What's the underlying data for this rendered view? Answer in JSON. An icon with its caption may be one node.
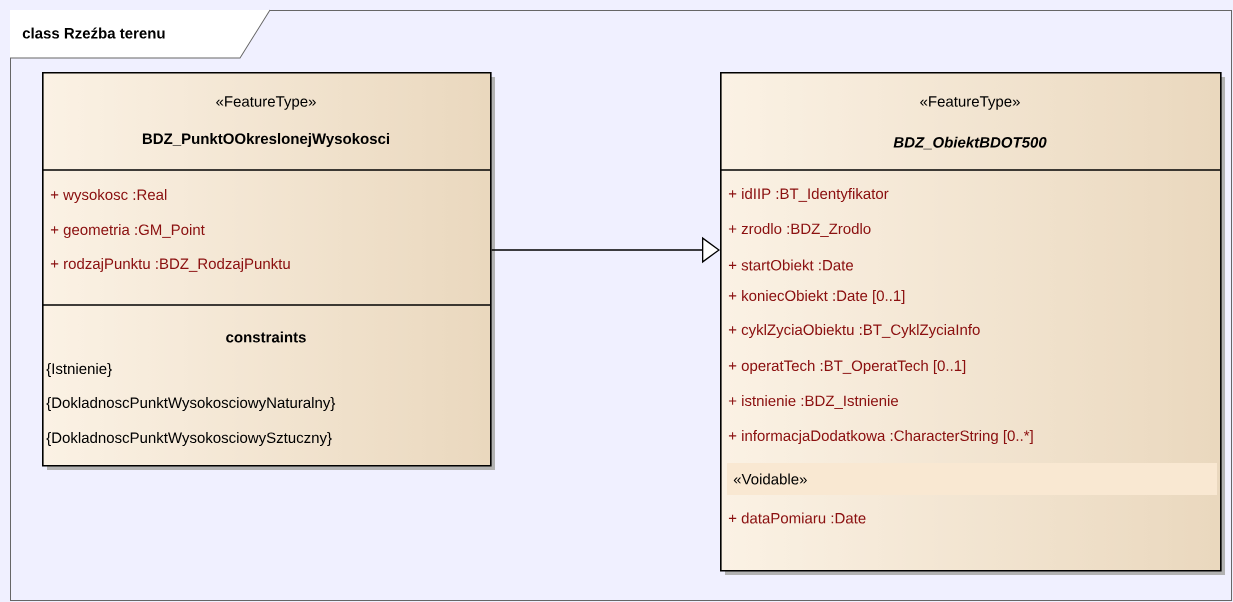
{
  "diagram": {
    "nodes": [
      {
        "text": [
          "class Rzeźba terenu"
        ]
      },
      {
        "text": [
          "«FeatureType»",
          "BDZ_PunktOOkreslonejWysokosci",
          "+ wysokosc :Real",
          "+ geometria :GM_Point",
          "+ rodzajPunktu :BDZ_RodzajPunktu",
          "constraints",
          "{Istnienie}",
          "{DokladnoscPunktWysokosciowyNaturalny}",
          "{DokladnoscPunktWysokosciowySztuczny}"
        ],
        "in": 0
      },
      {
        "text": [
          "«FeatureType»",
          "BDZ_ObiektBDOT500",
          "+ idIIP :BT_Identyfikator",
          "+ zrodlo :BDZ_Zrodlo",
          "+ startObiekt :Date",
          "+ koniecObiekt :Date [0..1]",
          "+ cyklZyciaObiektu :BT_CyklZyciaInfo",
          "+ operatTech :BT_OperatTech [0..1]",
          "+ istnienie :BDZ_Istnienie",
          "+ informacjaDodatkowa :CharacterString [0..*]",
          "«Voidable»",
          "+ dataPomiaru :Date"
        ],
        "in": 0
      }
    ],
    "edges": [
      {
        "from": 1,
        "to": 2,
        "arrow": "to"
      }
    ]
  }
}
